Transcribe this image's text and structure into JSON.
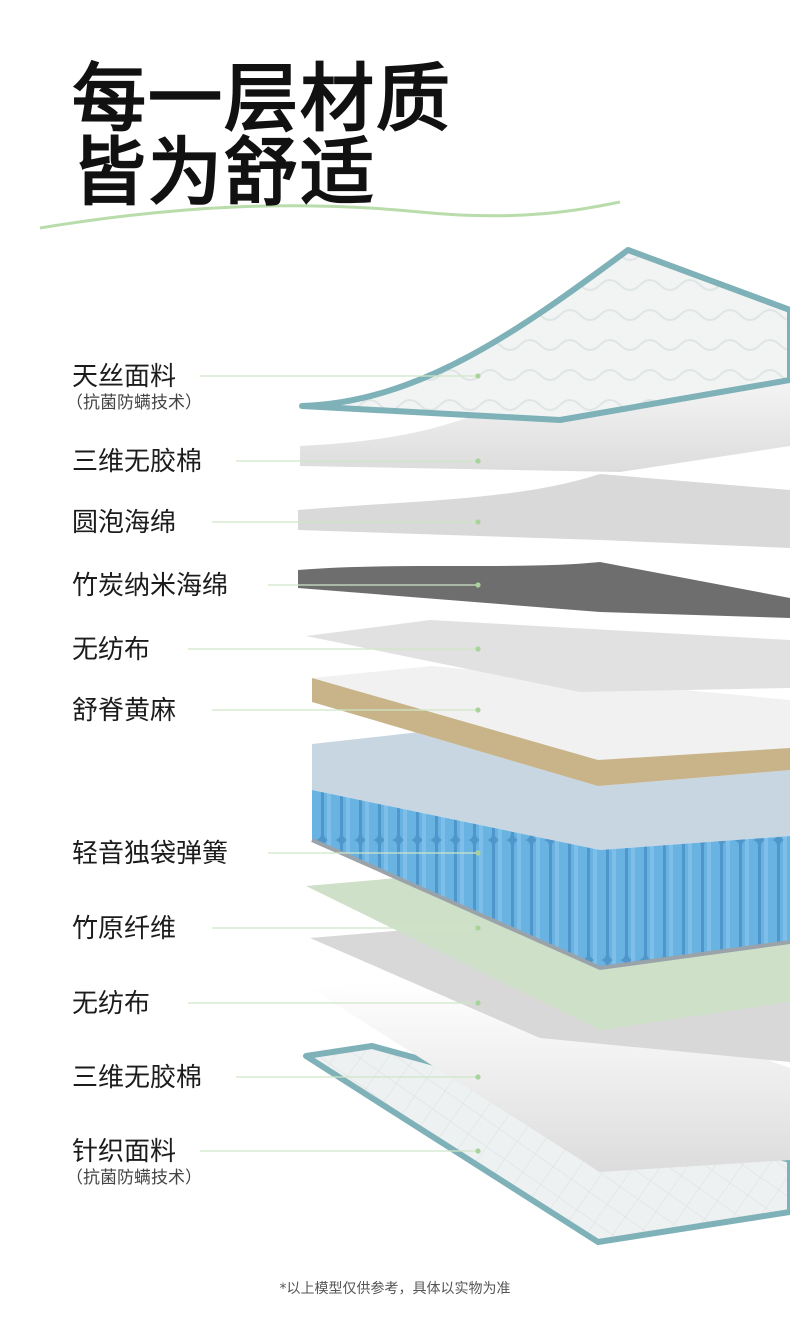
{
  "title": {
    "line1": "每一层材质",
    "line2": "皆为舒适"
  },
  "layers": [
    {
      "name": "天丝面料",
      "note": "（抗菌防螨技术）"
    },
    {
      "name": "三维无胶棉"
    },
    {
      "name": "圆泡海绵"
    },
    {
      "name": "竹炭纳米海绵"
    },
    {
      "name": "无纺布"
    },
    {
      "name": "舒脊黄麻"
    },
    {
      "name": "轻音独袋弹簧"
    },
    {
      "name": "竹原纤维"
    },
    {
      "name": "无纺布"
    },
    {
      "name": "三维无胶棉"
    },
    {
      "name": "针织面料",
      "note": "（抗菌防螨技术）"
    }
  ],
  "footnote": "*以上模型仅供参考，具体以实物为准",
  "colors": {
    "accent_green": "#a9d39a",
    "fabric_edge": "#7fb1b8",
    "spring_blue": "#5aa9dd",
    "jute": "#c9b489",
    "charcoal_foam": "#6e6e6e",
    "bamboo_green": "#cfe0c8"
  }
}
